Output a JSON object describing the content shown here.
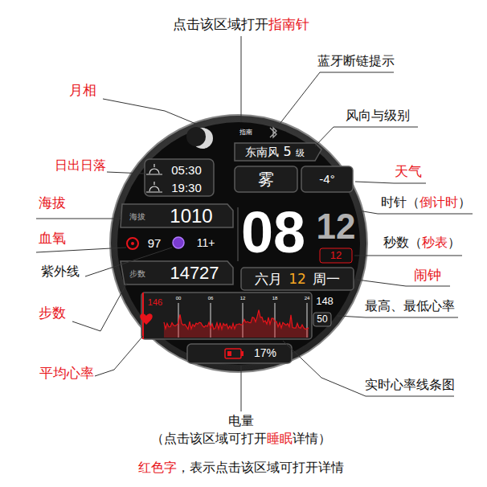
{
  "diagram": {
    "labels": [
      "点击该区域打开",
      "指南针",
      "蓝牙断链提示",
      "月相",
      "风向与级别",
      "日出日落",
      "天气",
      "海拔",
      "时针（",
      "倒计时",
      "）",
      "血氧",
      "秒数（",
      "秒表",
      "）",
      "紫外线",
      "闹钟",
      "步数",
      "最高、最低心率",
      "平均心率",
      "实时心率线条图",
      "电量",
      "（点击该区域可打开",
      "睡眠",
      "详情）",
      "红色字",
      "，表示点击该区域可打开详情",
      "指南",
      "东南风",
      "5",
      "级",
      "05:30",
      "19:30",
      "雾",
      "-4°",
      "海拔",
      "1010",
      "08",
      "12",
      "12",
      "97",
      "11+",
      "步数",
      "14727",
      "六月",
      "12",
      "周一",
      "146",
      "148",
      "50",
      "17%",
      "00",
      "06",
      "12",
      "18",
      "24"
    ]
  }
}
